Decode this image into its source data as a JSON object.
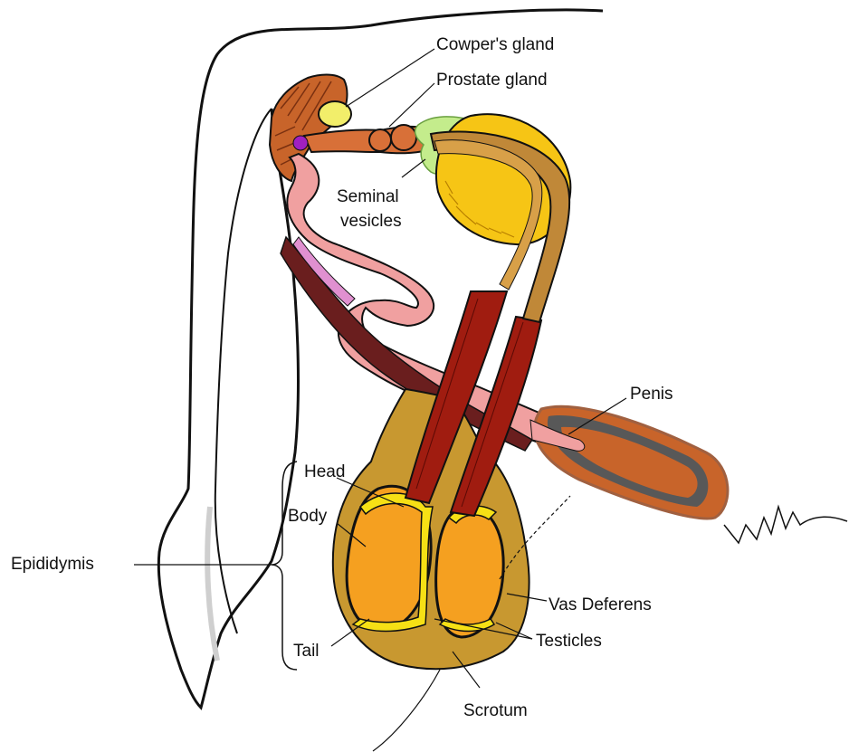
{
  "labels": {
    "cowpers_gland": "Cowper's gland",
    "prostate_gland": "Prostate gland",
    "seminal_vesicles_line1": "Seminal",
    "seminal_vesicles_line2": "vesicles",
    "penis": "Penis",
    "head": "Head",
    "body": "Body",
    "epididymis": "Epididymis",
    "tail": "Tail",
    "vas_deferens": "Vas Deferens",
    "testicles": "Testicles",
    "scrotum": "Scrotum"
  },
  "colors": {
    "outline": "#111111",
    "muscle_orange": "#c8642a",
    "testis_orange": "#f5a020",
    "bladder_yellow": "#f6c515",
    "gland_yellow": "#f2ee6a",
    "urethra_pink": "#f0a0a0",
    "scrotum_tan": "#c89830",
    "vas_red": "#a01c10",
    "penis_grey": "#585858",
    "vesicle_green": "#c4ec8c",
    "bulb_purple": "#a020c0",
    "duct_tan": "#c08838",
    "dark_wall": "#6a1e1e"
  }
}
